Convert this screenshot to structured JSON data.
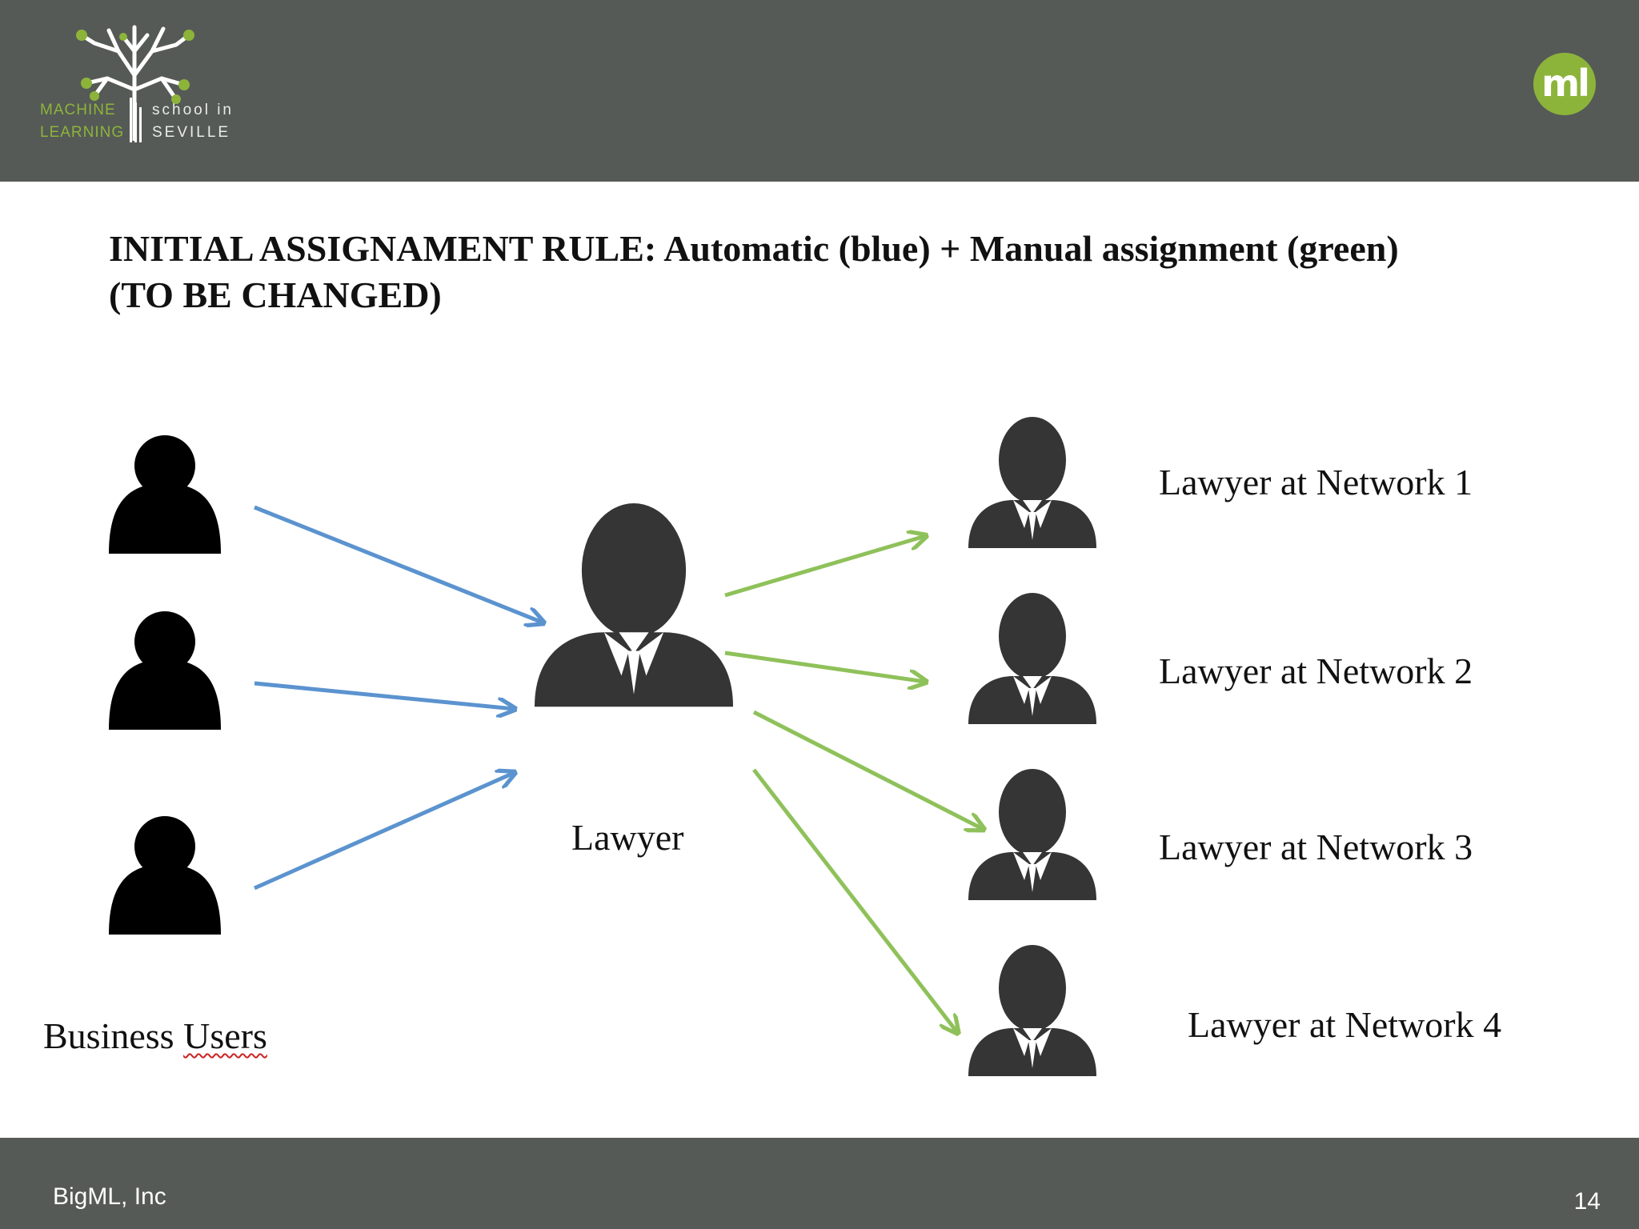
{
  "header": {
    "logo_left_lines": [
      "MACHINE",
      "LEARNING"
    ],
    "logo_right_lines": [
      "school in",
      "SEVILLE"
    ],
    "badge_text": "ml",
    "bar_color": "#555a57",
    "accent_color": "#8db43a"
  },
  "slide": {
    "title_lines": [
      "INITIAL ASSIGNAMENT RULE: Automatic  (blue) + Manual assignment (green)",
      "(TO BE CHANGED)"
    ]
  },
  "diagram": {
    "source_label": "Business Users",
    "source_label_parts": [
      "Business ",
      "Users"
    ],
    "center_label": "Lawyer",
    "targets": [
      "Lawyer at Network 1",
      "Lawyer at Network 2",
      "Lawyer at Network 3",
      "Lawyer at Network 4"
    ],
    "automatic_color": "#5b93cf",
    "manual_color": "#8fc15a"
  },
  "footer": {
    "company": "BigML, Inc",
    "page_number": "14"
  }
}
